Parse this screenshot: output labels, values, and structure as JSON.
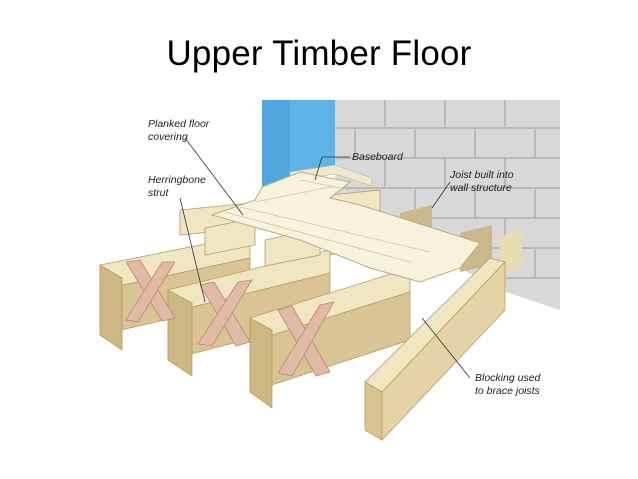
{
  "slide": {
    "title": "Upper Timber Floor"
  },
  "diagram": {
    "labels": {
      "planked_floor_line1": "Planked floor",
      "planked_floor_line2": "covering",
      "baseboard": "Baseboard",
      "herringbone_line1": "Herringbone",
      "herringbone_line2": "strut",
      "joist_line1": "Joist built into",
      "joist_line2": "wall structure",
      "blocking_line1": "Blocking used",
      "blocking_line2": "to brace joists"
    },
    "colors": {
      "wall_blue": "#5fb4e6",
      "block_wall": "#d8d8d8",
      "mortar": "#b9b9b9",
      "timber_top": "#f0e6c2",
      "timber_side": "#d9c594",
      "timber_dark": "#b89b62",
      "strut": "#e2b9a4",
      "plank": "#f6f2dc",
      "leader": "#333333"
    }
  }
}
